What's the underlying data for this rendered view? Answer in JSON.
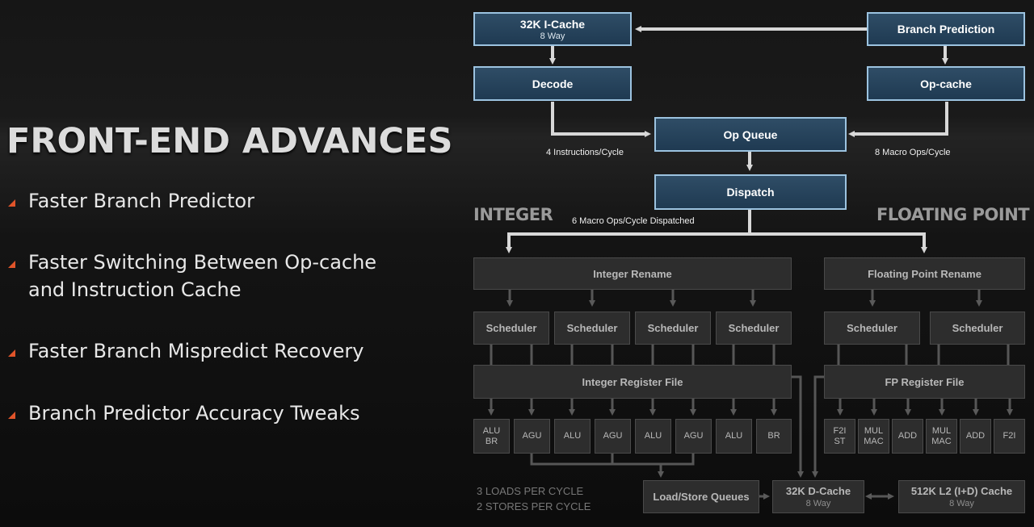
{
  "left": {
    "title": "FRONT-END ADVANCES",
    "bullets": [
      "Faster Branch Predictor",
      "Faster Switching Between Op-cache and Instruction Cache",
      "Faster Branch Mispredict Recovery",
      "Branch Predictor Accuracy Tweaks"
    ]
  },
  "diagram": {
    "icache": {
      "label": "32K I-Cache",
      "sub": "8 Way"
    },
    "branch_prediction": "Branch Prediction",
    "decode": "Decode",
    "opcache": "Op-cache",
    "op_queue": "Op Queue",
    "dispatch": "Dispatch",
    "decode_rate": "4 Instructions/Cycle",
    "opcache_rate": "8 Macro Ops/Cycle",
    "dispatch_rate": "6 Macro Ops/Cycle Dispatched",
    "integer_title": "INTEGER",
    "fp_title": "FLOATING POINT",
    "integer_rename": "Integer Rename",
    "fp_rename": "Floating Point Rename",
    "int_schedulers": [
      "Scheduler",
      "Scheduler",
      "Scheduler",
      "Scheduler"
    ],
    "fp_schedulers": [
      "Scheduler",
      "Scheduler"
    ],
    "integer_register_file": "Integer Register File",
    "fp_register_file": "FP Register File",
    "int_units": [
      [
        "ALU",
        "BR"
      ],
      [
        "AGU"
      ],
      [
        "ALU"
      ],
      [
        "AGU"
      ],
      [
        "ALU"
      ],
      [
        "AGU"
      ],
      [
        "ALU"
      ],
      [
        "BR"
      ]
    ],
    "fp_units": [
      [
        "F2I",
        "ST"
      ],
      [
        "MUL",
        "MAC"
      ],
      [
        "ADD"
      ],
      [
        "MUL",
        "MAC"
      ],
      [
        "ADD"
      ],
      [
        "F2I"
      ]
    ],
    "loads_text": "3 LOADS PER CYCLE",
    "stores_text": "2 STORES PER CYCLE",
    "load_store": "Load/Store Queues",
    "dcache": {
      "label": "32K D-Cache",
      "sub": "8 Way"
    },
    "l2": {
      "label": "512K L2 (I+D) Cache",
      "sub": "8 Way"
    }
  },
  "colors": {
    "accent": "#e0542a",
    "blue_box": "#27445e",
    "blue_border": "#9cc3e0",
    "gray_box": "#2d2d2d"
  }
}
